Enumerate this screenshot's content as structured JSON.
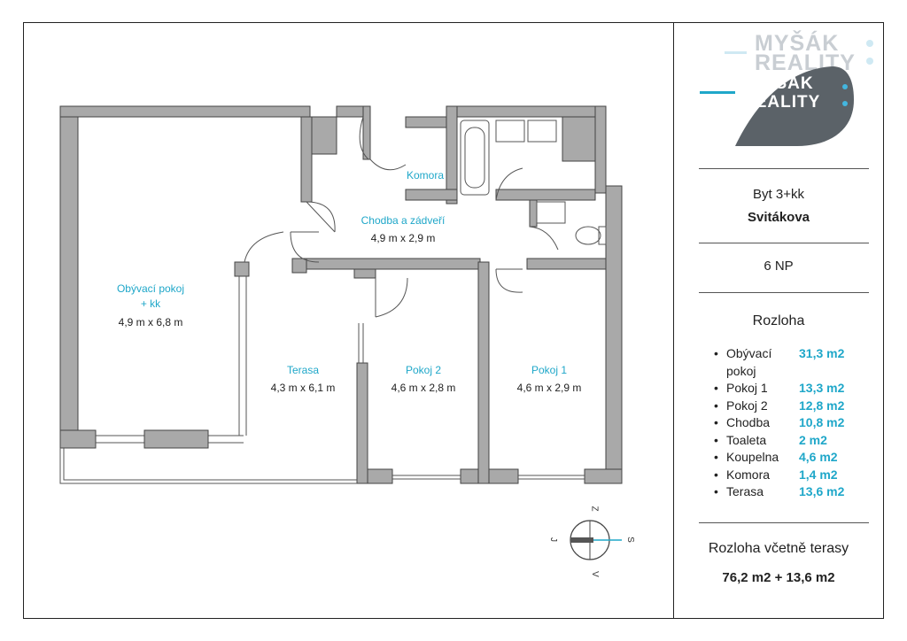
{
  "rooms": {
    "living": {
      "name_line1": "Obývací pokoj",
      "name_line2": "+ kk",
      "dimensions": "4,9 m x 6,8 m"
    },
    "pantry": {
      "name": "Komora"
    },
    "hallway": {
      "name": "Chodba a zádveří",
      "dimensions": "4,9 m x 2,9 m"
    },
    "terrace": {
      "name": "Terasa",
      "dimensions": "4,3 m x 6,1 m"
    },
    "room2": {
      "name": "Pokoj 2",
      "dimensions": "4,6 m x 2,8 m"
    },
    "room1": {
      "name": "Pokoj 1",
      "dimensions": "4,6 m x 2,9 m"
    }
  },
  "logo": {
    "line1": "MYŠÁK",
    "line2": "REALITY"
  },
  "colors": {
    "accent": "#1fa7c9",
    "walls": "#a9a9a9",
    "logo_drop": "#5b6268"
  },
  "info": {
    "type": "Byt 3+kk",
    "street": "Svitákova",
    "floor": "6 NP",
    "area_heading": "Rozloha",
    "total_heading": "Rozloha včetně terasy",
    "total_value": "76,2 m2 +  13,6 m2"
  },
  "areas": [
    {
      "name": "Obývací pokoj",
      "value": "31,3 m2"
    },
    {
      "name": "Pokoj 1",
      "value": "13,3 m2"
    },
    {
      "name": "Pokoj 2",
      "value": "12,8 m2"
    },
    {
      "name": "Chodba",
      "value": "10,8 m2"
    },
    {
      "name": "Toaleta",
      "value": "2 m2"
    },
    {
      "name": "Koupelna",
      "value": "4,6 m2"
    },
    {
      "name": "Komora",
      "value": "1,4 m2"
    },
    {
      "name": "Terasa",
      "value": "13,6 m2"
    }
  ],
  "compass": {
    "north": "Z",
    "south": "V",
    "east": "S",
    "west": "J"
  }
}
